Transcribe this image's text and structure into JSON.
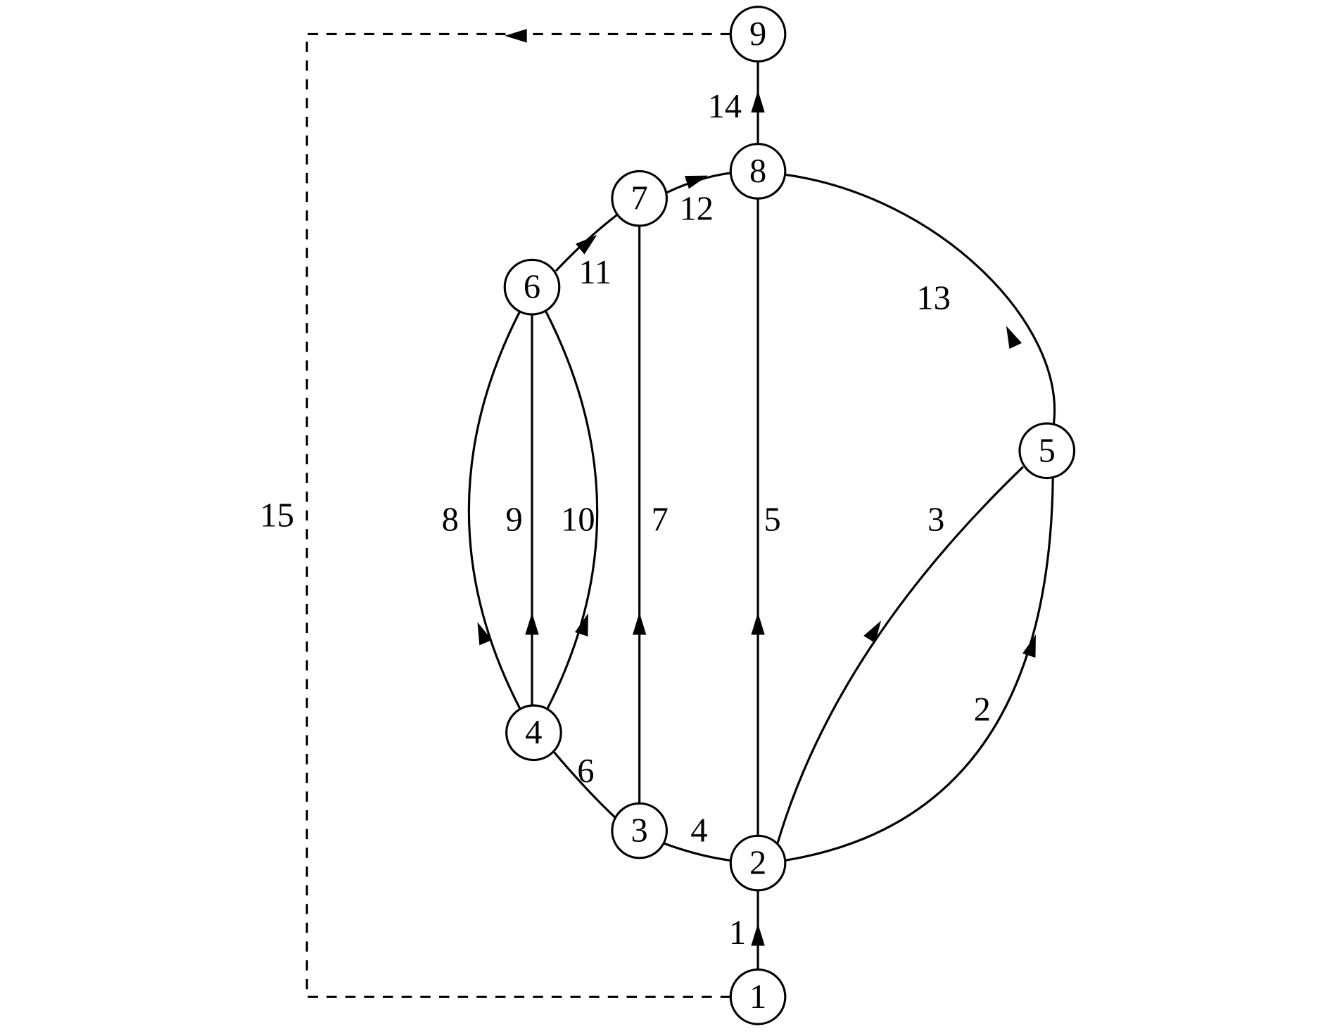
{
  "nodes": [
    "1",
    "2",
    "3",
    "4",
    "5",
    "6",
    "7",
    "8",
    "9"
  ],
  "edges": {
    "e1": {
      "label": "1",
      "from": "1",
      "to": "2"
    },
    "e2": {
      "label": "2",
      "from": "2",
      "to": "5"
    },
    "e3": {
      "label": "3",
      "from": "2",
      "to": "5"
    },
    "e4": {
      "label": "4",
      "from": "2",
      "to": "3"
    },
    "e5": {
      "label": "5",
      "from": "2",
      "to": "8"
    },
    "e6": {
      "label": "6",
      "from": "3",
      "to": "4"
    },
    "e7": {
      "label": "7",
      "from": "3",
      "to": "7"
    },
    "e8": {
      "label": "8",
      "from": "4",
      "to": "6"
    },
    "e9": {
      "label": "9",
      "from": "4",
      "to": "6"
    },
    "e10": {
      "label": "10",
      "from": "4",
      "to": "6"
    },
    "e11": {
      "label": "11",
      "from": "6",
      "to": "7"
    },
    "e12": {
      "label": "12",
      "from": "7",
      "to": "8"
    },
    "e13": {
      "label": "13",
      "from": "5",
      "to": "8"
    },
    "e14": {
      "label": "14",
      "from": "8",
      "to": "9"
    },
    "e15": {
      "label": "15",
      "from": "9",
      "to": "1",
      "style": "dashed"
    }
  }
}
